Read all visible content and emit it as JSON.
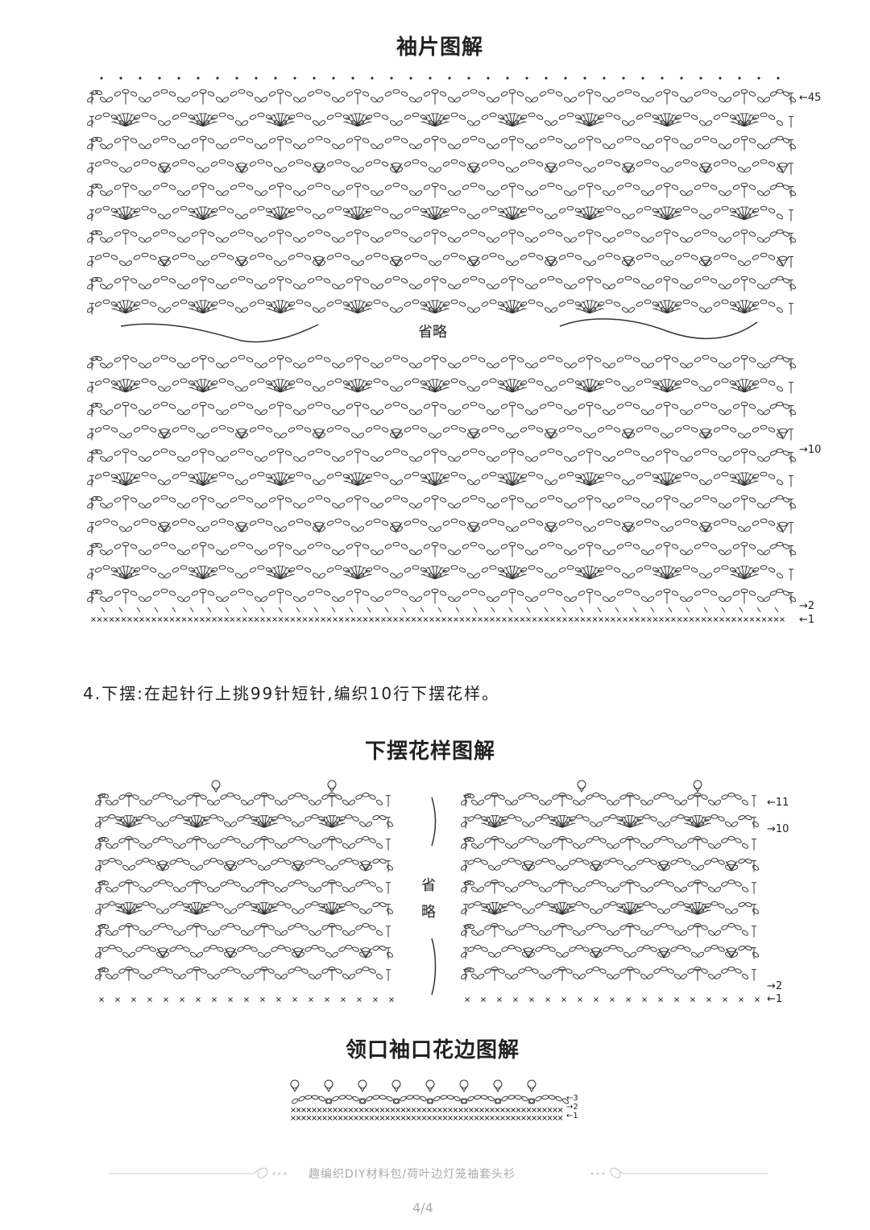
{
  "sleeve": {
    "title": "袖片图解",
    "omit_label": "省略",
    "row_markers": [
      "45",
      "10",
      "2",
      "1"
    ]
  },
  "instruction": "4.下摆:在起针行上挑99针短针,编织10行下摆花样。",
  "hem": {
    "title": "下摆花样图解",
    "omit_label_1": "省",
    "omit_label_2": "略",
    "row_markers": [
      "11",
      "10",
      "2",
      "1"
    ]
  },
  "edging": {
    "title": "领口袖口花边图解",
    "row_markers": [
      "3",
      "2",
      "1"
    ]
  },
  "footer": {
    "text": "趣编织DIY材料包/荷叶边灯笼袖套头衫",
    "page": "4/4"
  }
}
